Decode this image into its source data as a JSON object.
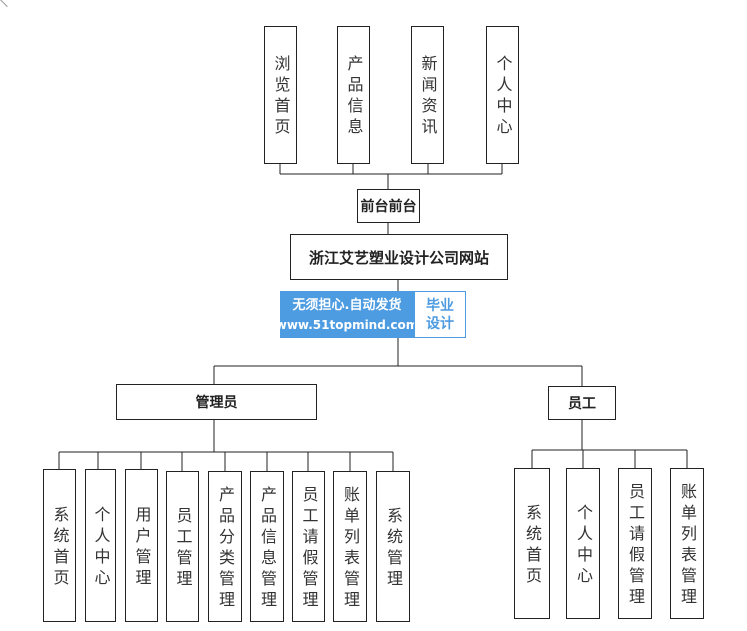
{
  "front_modules": [
    "浏览首页",
    "产品信息",
    "新闻资讯",
    "个人中心"
  ],
  "frontend_label": "前台前台",
  "root_label": "浙江艾艺塑业设计公司网站",
  "watermark": {
    "line1": "无须担心.自动发货",
    "line2": "www.51topmind.com",
    "side1": "毕业",
    "side2": "设计"
  },
  "admin_label": "管理员",
  "admin_modules": [
    "系统首页",
    "个人中心",
    "用户管理",
    "员工管理",
    "产品分类管理",
    "产品信息管理",
    "员工请假管理",
    "账单列表管理",
    "系统管理"
  ],
  "staff_label": "员工",
  "staff_modules": [
    "系统首页",
    "个人中心",
    "员工请假管理",
    "账单列表管理"
  ]
}
